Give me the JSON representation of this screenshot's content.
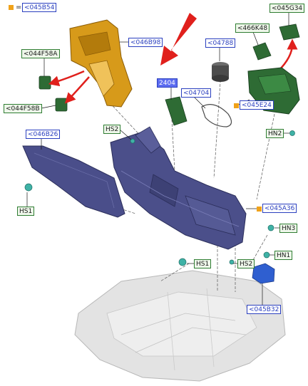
{
  "legend": {
    "equals": "=",
    "code": "<045B54"
  },
  "callouts": [
    {
      "id": "c-046B98",
      "text": "<046B98",
      "style": "blue"
    },
    {
      "id": "c-044F58A",
      "text": "<044F58A",
      "style": "green"
    },
    {
      "id": "c-044F58B",
      "text": "<044F58B",
      "style": "green"
    },
    {
      "id": "c-2404",
      "text": "2404",
      "style": "sel"
    },
    {
      "id": "c-04788",
      "text": "<04788",
      "style": "blue"
    },
    {
      "id": "c-04704",
      "text": "<04704",
      "style": "blue"
    },
    {
      "id": "c-466K48",
      "text": "<466K48",
      "style": "green"
    },
    {
      "id": "c-045G34",
      "text": "<045G34",
      "style": "green"
    },
    {
      "id": "c-045E24",
      "text": "<045E24",
      "style": "blue"
    },
    {
      "id": "c-HN2",
      "text": "HN2",
      "style": "green"
    },
    {
      "id": "c-HS2a",
      "text": "HS2",
      "style": "green"
    },
    {
      "id": "c-046B26",
      "text": "<046B26",
      "style": "blue"
    },
    {
      "id": "c-HS1a",
      "text": "HS1",
      "style": "green"
    },
    {
      "id": "c-045A36",
      "text": "<045A36",
      "style": "blue"
    },
    {
      "id": "c-HN3",
      "text": "HN3",
      "style": "green"
    },
    {
      "id": "c-HN1",
      "text": "HN1",
      "style": "green"
    },
    {
      "id": "c-HS1b",
      "text": "HS1",
      "style": "green"
    },
    {
      "id": "c-HS2b",
      "text": "HS2",
      "style": "green"
    },
    {
      "id": "c-045B32",
      "text": "<045B32",
      "style": "blue"
    }
  ],
  "colors": {
    "label_blue": "#2a3fbf",
    "label_green": "#2f7d32",
    "selected_fill": "#5c6cf0",
    "legend_square": "#f0a21a",
    "console_body": "#4b4f8a",
    "bezel_gold": "#d79a1a",
    "green_parts": "#2e6b34",
    "red_arrow": "#e0201c",
    "fastener_teal": "#3fb2a6",
    "bracket_blue": "#2f5fd0",
    "floor_gray": "#d8d8d8"
  },
  "icons": {
    "pointer": "big-red-arrow-icon",
    "legend_marker": "orange-square-icon"
  }
}
